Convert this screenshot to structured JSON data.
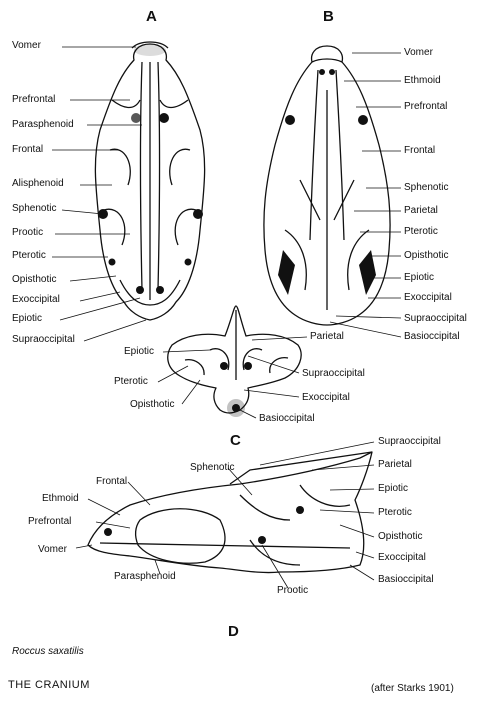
{
  "panel_letters": {
    "a": "A",
    "b": "B",
    "c": "C",
    "d": "D"
  },
  "species": "Roccus saxatilis",
  "caption_left": "THE CRANIUM",
  "caption_right": "(after Starks 1901)",
  "labels_a": [
    "Vomer",
    "Prefrontal",
    "Parasphenoid",
    "Frontal",
    "Alisphenoid",
    "Sphenotic",
    "Prootic",
    "Pterotic",
    "Opisthotic",
    "Exoccipital",
    "Epiotic",
    "Supraoccipital"
  ],
  "labels_b": [
    "Vomer",
    "Ethmoid",
    "Prefrontal",
    "Frontal",
    "Sphenotic",
    "Parietal",
    "Pterotic",
    "Opisthotic",
    "Epiotic",
    "Exoccipital",
    "Supraoccipital",
    "Basioccipital"
  ],
  "labels_c": [
    "Epiotic",
    "Pterotic",
    "Opisthotic",
    "Parietal",
    "Supraoccipital",
    "Exoccipital",
    "Basioccipital"
  ],
  "labels_d": [
    "Supraoccipital",
    "Parietal",
    "Sphenotic",
    "Frontal",
    "Ethmoid",
    "Epiotic",
    "Prefrontal",
    "Pterotic",
    "Vomer",
    "Opisthotic",
    "Exoccipital",
    "Parasphenoid",
    "Basioccipital",
    "Prootic"
  ]
}
